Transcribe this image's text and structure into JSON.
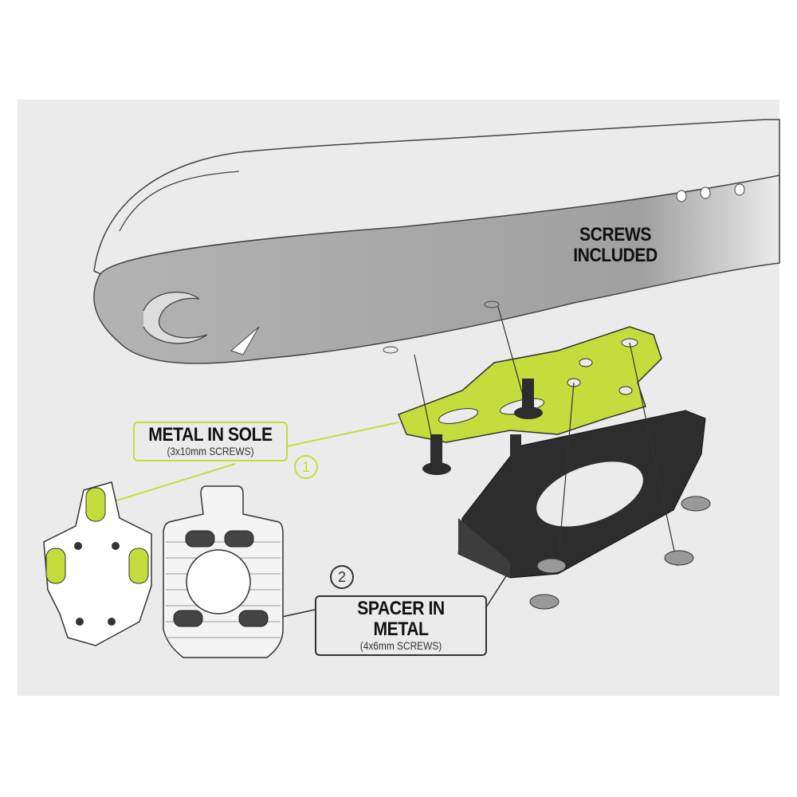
{
  "colors": {
    "accent": "#c4dc3c",
    "dark": "#2d2d2d",
    "panel": "#ebebeb",
    "sole": "#a8a8a8"
  },
  "callouts": {
    "screws_included": {
      "line1": "SCREWS",
      "line2": "INCLUDED"
    },
    "metal_in_sole": {
      "number": "1",
      "title": "METAL IN SOLE",
      "subtitle": "(3x10mm SCREWS)"
    },
    "spacer_in_metal": {
      "number": "2",
      "title": "SPACER IN METAL",
      "subtitle": "(4x6mm SCREWS)"
    }
  }
}
